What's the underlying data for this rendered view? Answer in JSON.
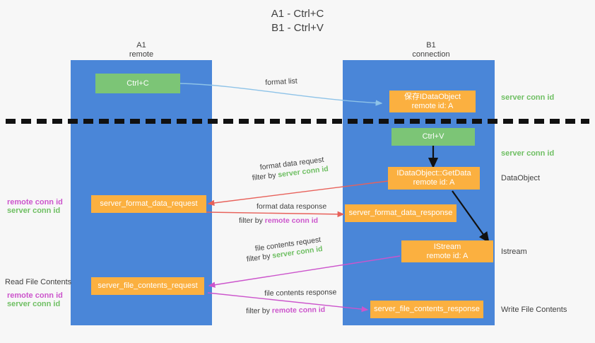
{
  "title": {
    "line1": "A1 - Ctrl+C",
    "line2": "B1 - Ctrl+V"
  },
  "columns": [
    {
      "name": "A1",
      "subtitle": "remote"
    },
    {
      "name": "B1",
      "subtitle": "connection"
    }
  ],
  "nodes": {
    "ctrl_c": {
      "label": "Ctrl+C",
      "color": "#7cc576"
    },
    "ole_get_clipboard": {
      "line1": "保存IDataObject",
      "line2": "remote id: A",
      "color": "#fbb040"
    },
    "ctrl_v": {
      "label": "Ctrl+V",
      "color": "#7cc576"
    },
    "idataobject_getdata": {
      "line1": "IDataObject::GetData",
      "line2": "remote id: A",
      "color": "#fbb040"
    },
    "server_format_data_request": {
      "label": "server_format_data_request",
      "color": "#fbb040"
    },
    "server_format_data_response": {
      "label": "server_format_data_response",
      "color": "#fbb040"
    },
    "istream": {
      "line1": "IStream",
      "line2": "remote id: A",
      "color": "#fbb040"
    },
    "server_file_contents_request": {
      "label": "server_file_contents_request",
      "color": "#fbb040"
    },
    "server_file_contents_response": {
      "label": "server_file_contents_response",
      "color": "#fbb040"
    }
  },
  "edge_labels": {
    "format_list": "format list",
    "format_data_request": "format data request",
    "format_data_request_filter_prefix": "filter by ",
    "format_data_request_filter_value": "server conn id",
    "format_data_response": "format data response",
    "format_data_response_filter_prefix": "filter by ",
    "format_data_response_filter_value": "remote conn id",
    "file_contents_request": "file contents request",
    "file_contents_request_filter_prefix": "filter by ",
    "file_contents_request_filter_value": "server conn id",
    "file_contents_response": "file contents response",
    "file_contents_response_filter_prefix": "filter by ",
    "file_contents_response_filter_value": "remote conn id"
  },
  "right_labels": {
    "server_conn_id_top": "server conn id",
    "server_conn_id_second": "server conn id",
    "dataobject": "DataObject",
    "istream": "Istream",
    "write_file_contents": "Write File Contents"
  },
  "left_labels": {
    "remote_conn_id_1": "remote conn id",
    "server_conn_id_1": "server conn id",
    "read_file_contents": "Read File Contents",
    "remote_conn_id_2": "remote conn id",
    "server_conn_id_2": "server conn id"
  },
  "colors": {
    "lane": "#4a86d8",
    "node_green": "#7cc576",
    "node_orange": "#fbb040",
    "server_conn_id": "#6fbf63",
    "remote_conn_id": "#cc55cc",
    "arrow_blue": "#8ec3e8",
    "arrow_red": "#e8615a",
    "arrow_magenta": "#cc55cc",
    "arrow_black": "#111111",
    "background": "#f7f7f7"
  }
}
